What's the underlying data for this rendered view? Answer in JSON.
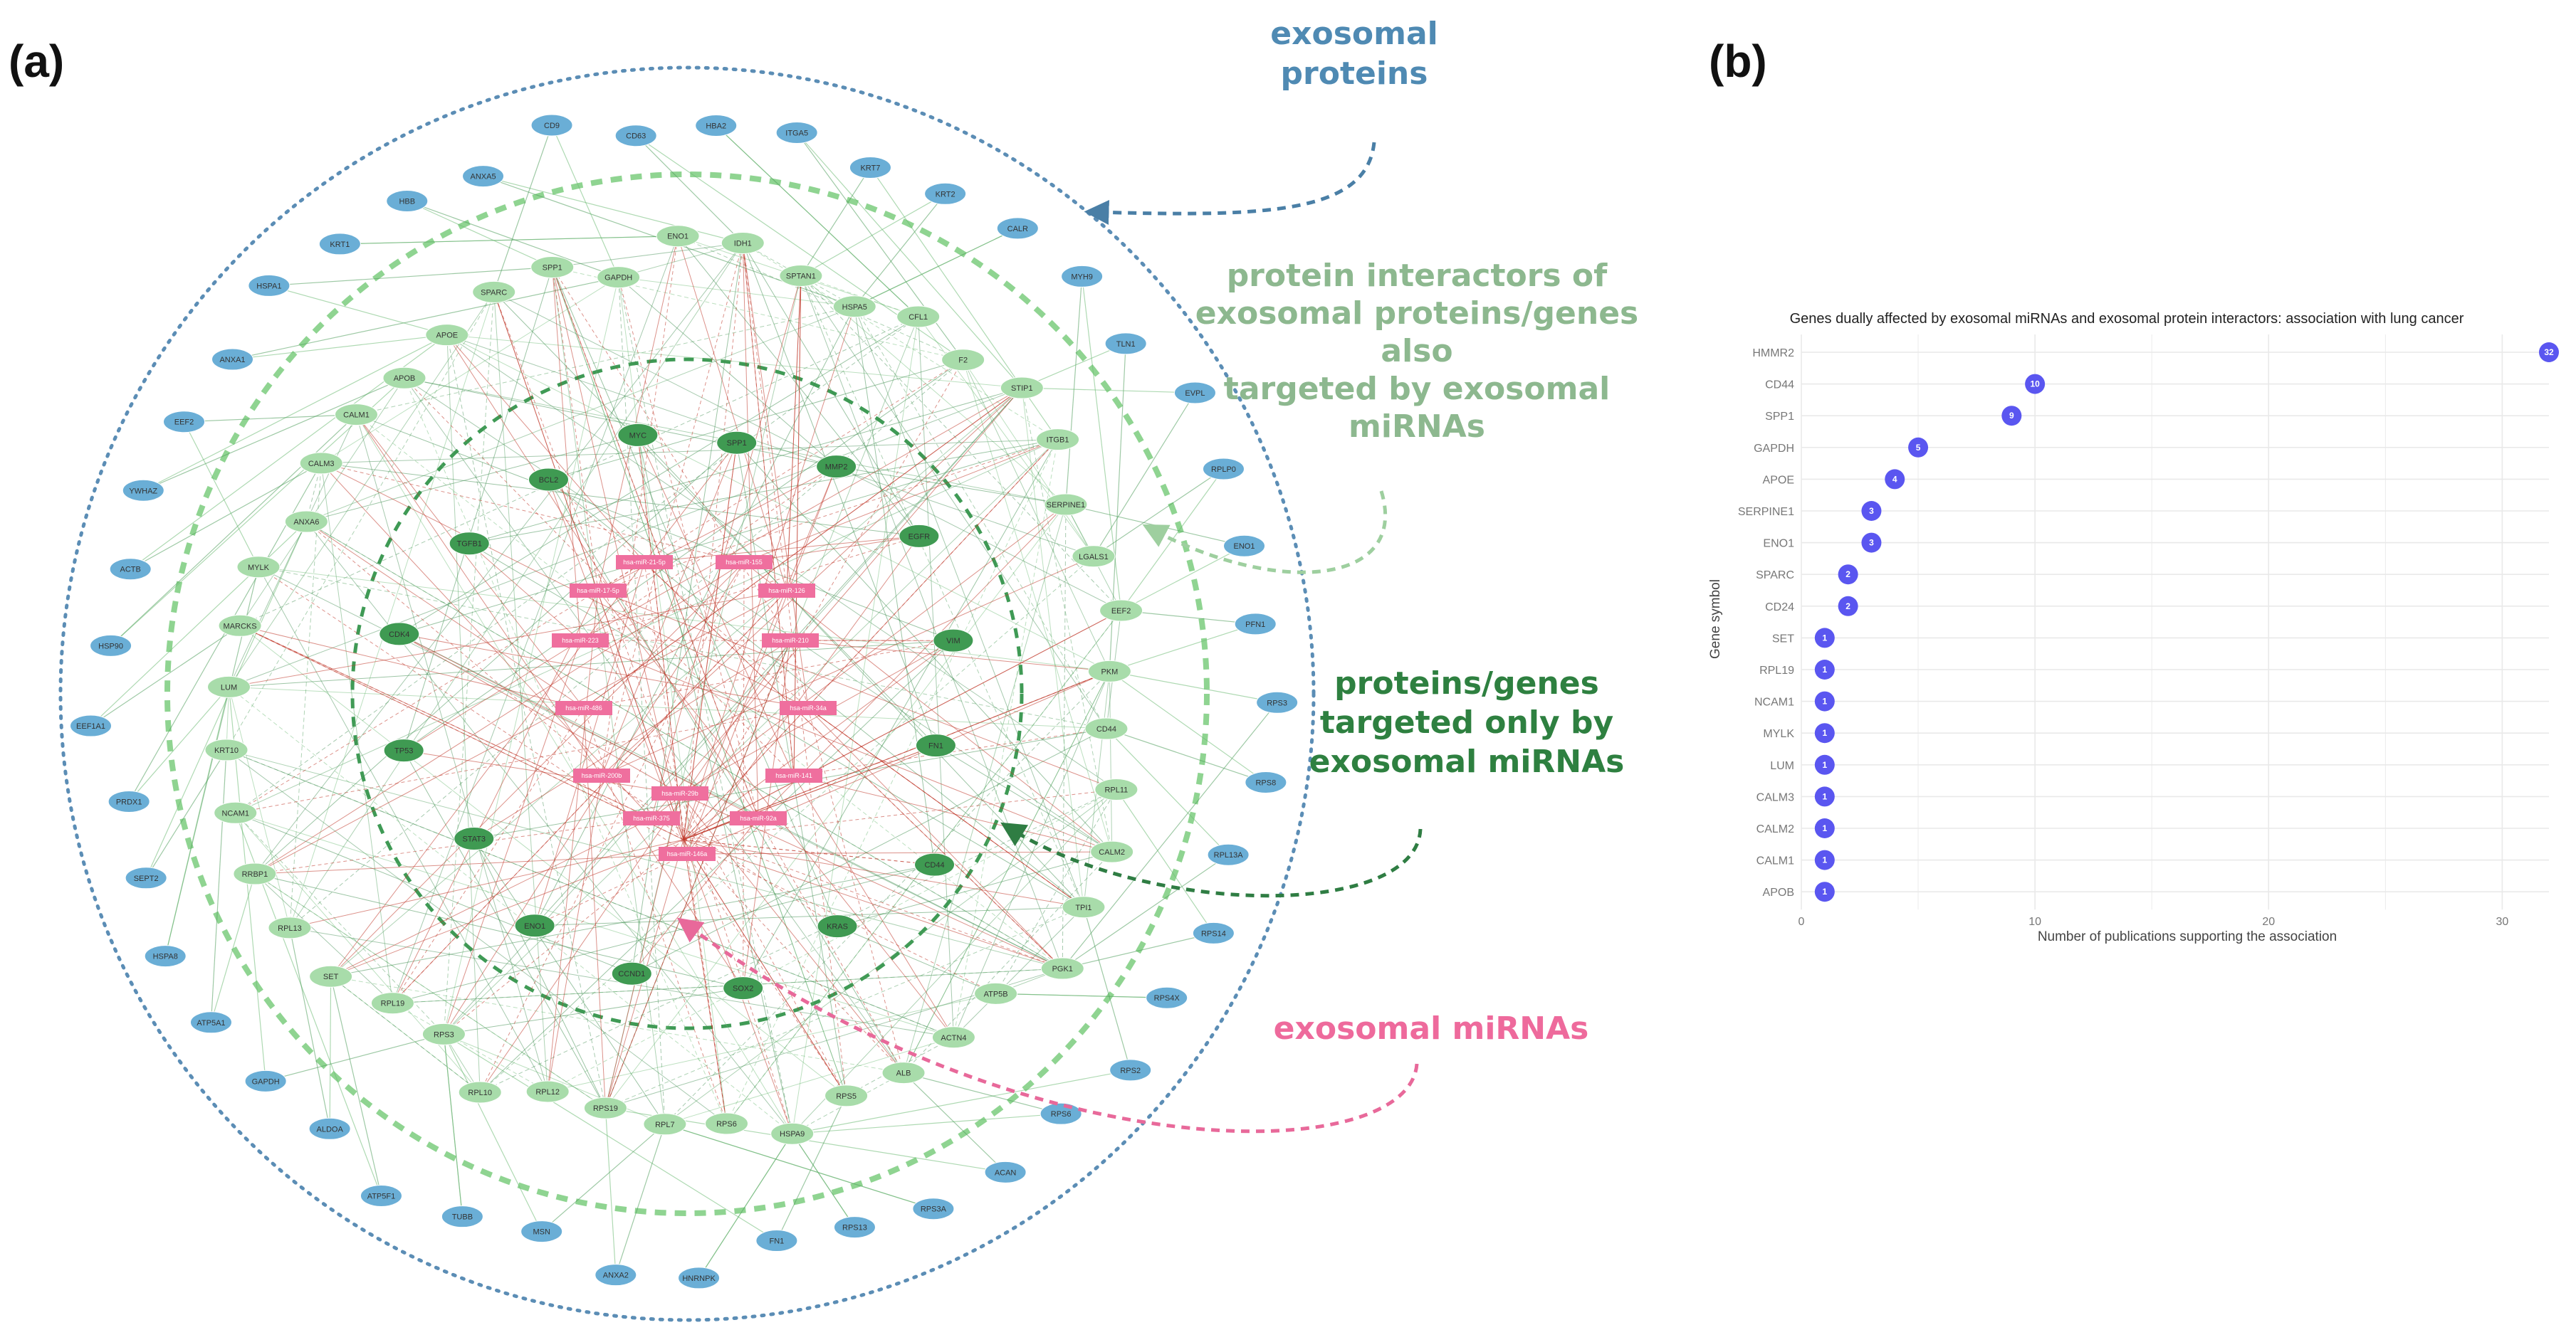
{
  "panel_a": {
    "label": "(a)",
    "annotations": {
      "exosomal_proteins": [
        "exosomal",
        "proteins"
      ],
      "protein_interactors": [
        "protein interactors of",
        "exosomal proteins/genes",
        "also",
        "targeted by exosomal",
        "miRNAs"
      ],
      "targeted_only": [
        "proteins/genes",
        "targeted only by",
        "exosomal miRNAs"
      ],
      "exosomal_mirnas": [
        "exosomal miRNAs"
      ]
    },
    "node_labels": {
      "outer": [
        "HBA2",
        "ITGA5",
        "KRT7",
        "KRT2",
        "CALR",
        "MYH9",
        "TLN1",
        "EVPL",
        "RPLP0",
        "ENO1",
        "PFN1",
        "RPS3",
        "RPS8",
        "RPL13A",
        "RPS14",
        "RPS4X",
        "RPS2",
        "RPS6",
        "ACAN",
        "RPS3A",
        "RPS13",
        "FN1",
        "HNRNPK",
        "ANXA2",
        "MSN",
        "TUBB",
        "ATP5F1",
        "ALDOA",
        "GAPDH",
        "ATP5A1",
        "HSPA8",
        "SEPT2",
        "PRDX1",
        "EEF1A1",
        "HSP90",
        "ACTB",
        "YWHAZ",
        "EEF2",
        "ANXA1",
        "HSPA1",
        "KRT1",
        "HBB",
        "ANXA5",
        "CD9",
        "CD63"
      ],
      "middle": [
        "IDH1",
        "SPTAN1",
        "HSPA5",
        "CFL1",
        "F2",
        "STIP1",
        "ITGB1",
        "SERPINE1",
        "LGALS1",
        "EEF2",
        "PKM",
        "CD44",
        "RPL11",
        "CALM2",
        "TPI1",
        "PGK1",
        "ATP5B",
        "ACTN4",
        "ALB",
        "RPS5",
        "HSPA9",
        "RPS6",
        "RPL7",
        "RPS19",
        "RPL12",
        "RPL10",
        "RPS3",
        "RPL19",
        "SET",
        "RPL13",
        "RRBP1",
        "NCAM1",
        "KRT10",
        "LUM",
        "MARCKS",
        "MYLK",
        "ANXA6",
        "CALM3",
        "CALM1",
        "APOB",
        "APOE",
        "SPARC",
        "SPP1",
        "GAPDH",
        "ENO1"
      ],
      "inner": [
        "SPP1",
        "MMP2",
        "EGFR",
        "VIM",
        "FN1",
        "CD44",
        "KRAS",
        "SOX2",
        "CCND1",
        "ENO1",
        "STAT3",
        "TP53",
        "CDK4",
        "TGFB1",
        "BCL2",
        "MYC"
      ],
      "mirna": [
        "hsa-miR-21-5p",
        "hsa-miR-155",
        "hsa-miR-17-5p",
        "hsa-miR-126",
        "hsa-miR-223",
        "hsa-miR-210",
        "hsa-miR-486",
        "hsa-miR-34a",
        "hsa-miR-200b",
        "hsa-miR-141",
        "hsa-miR-375",
        "hsa-miR-92a",
        "hsa-miR-146a",
        "hsa-miR-29b"
      ]
    }
  },
  "panel_b": {
    "label": "(b)",
    "colors": {
      "dot": "#5a56f0",
      "grid": "#e9e9e9"
    }
  },
  "chart_data": {
    "type": "scatter",
    "title": "Genes dually affected by exosomal miRNAs and exosomal protein interactors: association with lung cancer",
    "xlabel": "Number of publications supporting the association",
    "ylabel": "Gene symbol",
    "xlim": [
      0,
      32
    ],
    "xticks": [
      "0",
      "10",
      "20",
      "30"
    ],
    "grid": true,
    "categories": [
      "HMMR2",
      "CD44",
      "SPP1",
      "GAPDH",
      "APOE",
      "SERPINE1",
      "ENO1",
      "SPARC",
      "CD24",
      "SET",
      "RPL19",
      "NCAM1",
      "MYLK",
      "LUM",
      "CALM3",
      "CALM2",
      "CALM1",
      "APOB"
    ],
    "values": [
      32,
      10,
      9,
      5,
      4,
      3,
      3,
      2,
      2,
      1,
      1,
      1,
      1,
      1,
      1,
      1,
      1,
      1
    ]
  }
}
